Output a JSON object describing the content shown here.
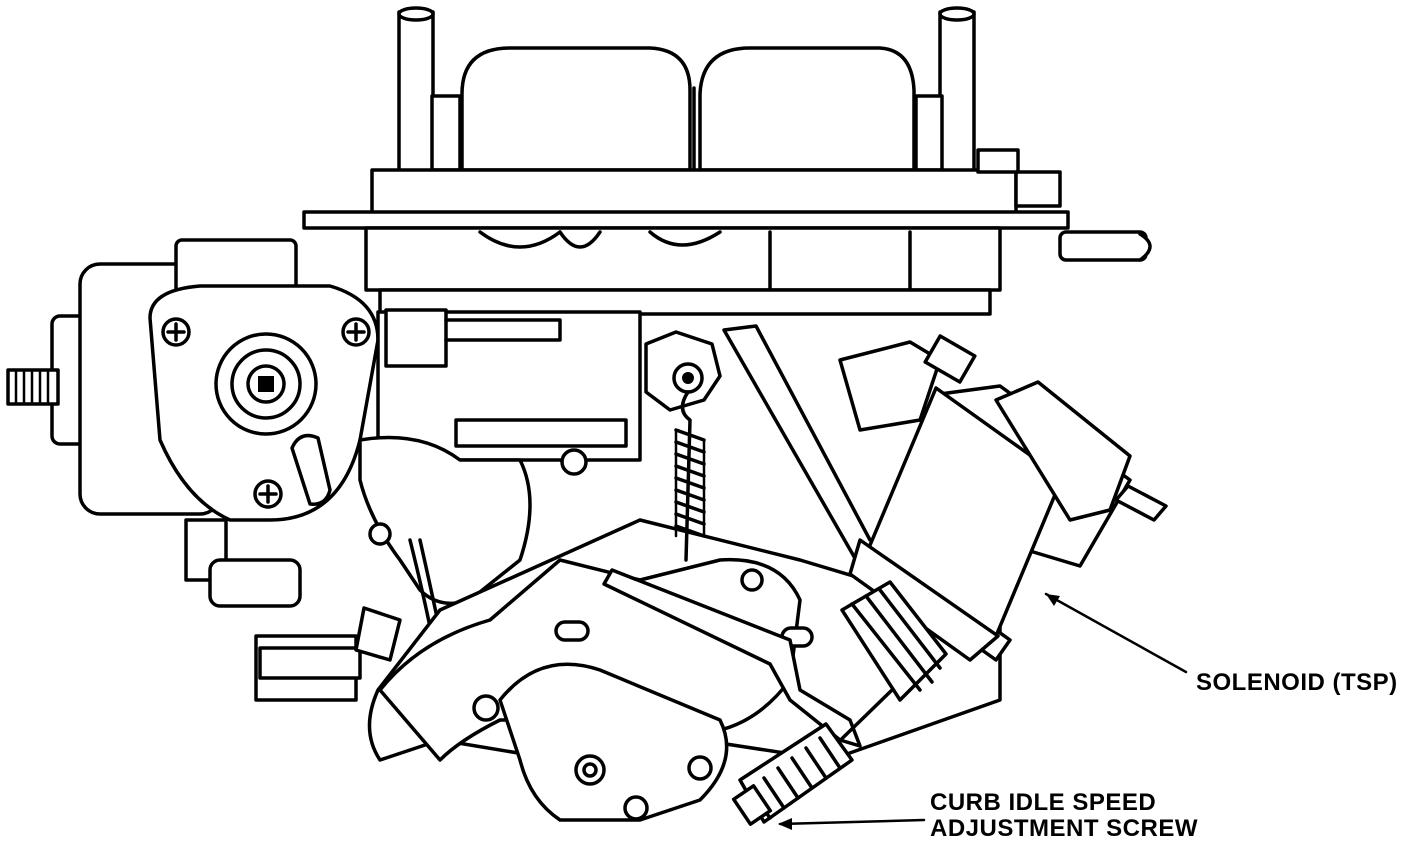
{
  "diagram": {
    "callouts": [
      {
        "id": "solenoid",
        "lines": [
          "SOLENOID (TSP)"
        ]
      },
      {
        "id": "curb-idle-screw",
        "lines": [
          "CURB IDLE SPEED",
          "ADJUSTMENT SCREW"
        ]
      }
    ]
  }
}
